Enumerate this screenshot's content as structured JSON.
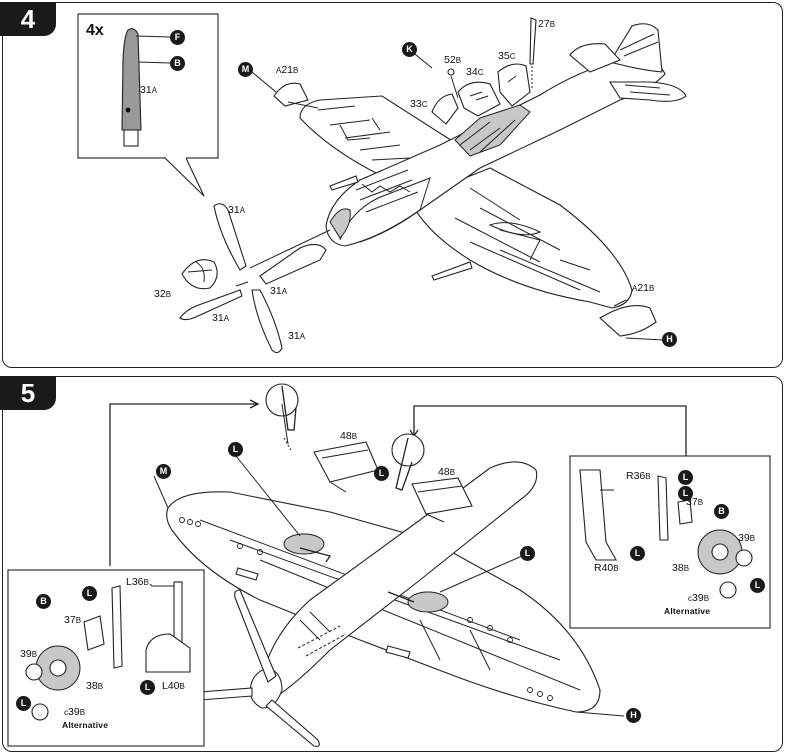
{
  "step4": {
    "number": "4",
    "inset": {
      "quantity": "4x",
      "part": {
        "num": "31",
        "sprue": "A"
      },
      "callouts": [
        "F",
        "B"
      ]
    },
    "labels": [
      {
        "num": "31",
        "sprue": "A"
      },
      {
        "num": "31",
        "sprue": "A"
      },
      {
        "num": "31",
        "sprue": "A"
      },
      {
        "num": "31",
        "sprue": "A"
      },
      {
        "num": "32",
        "sprue": "B"
      },
      {
        "num": "21",
        "prefix": "A",
        "sprue": "B"
      },
      {
        "num": "21",
        "prefix": "A",
        "sprue": "B"
      },
      {
        "num": "52",
        "sprue": "B"
      },
      {
        "num": "33",
        "sprue": "C"
      },
      {
        "num": "34",
        "sprue": "C"
      },
      {
        "num": "35",
        "sprue": "C"
      },
      {
        "num": "27",
        "sprue": "B"
      }
    ],
    "callouts": [
      "M",
      "K",
      "H"
    ]
  },
  "step5": {
    "number": "5",
    "labels": [
      {
        "num": "48",
        "sprue": "B"
      },
      {
        "num": "48",
        "sprue": "B"
      }
    ],
    "callouts": [
      "M",
      "L",
      "L",
      "L",
      "H"
    ],
    "left_inset": {
      "labels": [
        {
          "num": "36",
          "prefix": "L",
          "sprue": "B"
        },
        {
          "num": "37",
          "sprue": "B"
        },
        {
          "num": "39",
          "sprue": "B"
        },
        {
          "num": "38",
          "sprue": "B"
        },
        {
          "num": "40",
          "prefix": "L",
          "sprue": "B"
        },
        {
          "num": "39",
          "prefix": "c",
          "sprue": "B"
        }
      ],
      "callouts": [
        "L",
        "B",
        "L",
        "L"
      ],
      "alternative": "Alternative"
    },
    "right_inset": {
      "labels": [
        {
          "num": "36",
          "prefix": "R",
          "sprue": "B"
        },
        {
          "num": "37",
          "sprue": "B"
        },
        {
          "num": "39",
          "sprue": "B"
        },
        {
          "num": "38",
          "sprue": "B"
        },
        {
          "num": "40",
          "prefix": "R",
          "sprue": "B"
        },
        {
          "num": "39",
          "prefix": "c",
          "sprue": "B"
        }
      ],
      "callouts": [
        "L",
        "L",
        "B",
        "L",
        "L"
      ],
      "alternative": "Alternative"
    }
  }
}
